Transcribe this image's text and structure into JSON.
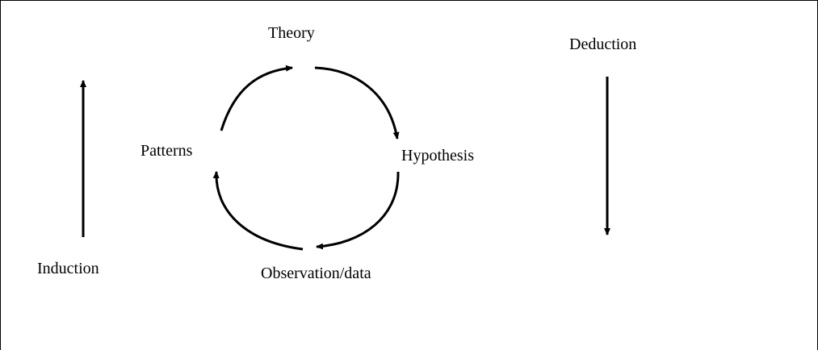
{
  "diagram": {
    "line_color": "#000000",
    "background_color": "#ffffff",
    "labels": {
      "theory": "Theory",
      "hypothesis": "Hypothesis",
      "observation": "Observation/data",
      "patterns": "Patterns",
      "induction": "Induction",
      "deduction": "Deduction"
    },
    "edges": [
      {
        "from": "patterns",
        "to": "theory",
        "direction": "clockwise"
      },
      {
        "from": "theory",
        "to": "hypothesis",
        "direction": "clockwise"
      },
      {
        "from": "hypothesis",
        "to": "observation",
        "direction": "clockwise"
      },
      {
        "from": "observation",
        "to": "patterns",
        "direction": "clockwise"
      }
    ],
    "side_arrows": [
      {
        "label": "induction",
        "direction": "up"
      },
      {
        "label": "deduction",
        "direction": "down"
      }
    ]
  }
}
